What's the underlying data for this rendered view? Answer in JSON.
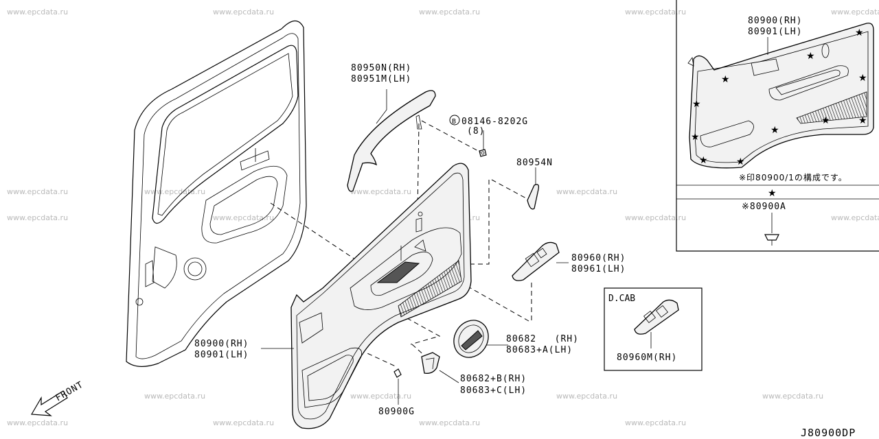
{
  "watermark": "www.epcdata.ru",
  "labels": {
    "trim_handle": [
      "80950N(RH)",
      "80951M(LH)"
    ],
    "bolt": [
      "08146-8202G",
      "(8)"
    ],
    "bolt_symbol": "B",
    "cap": "80954N",
    "switch_finisher": [
      "80960(RH)",
      "80961(LH)"
    ],
    "trim_main": [
      "80900(RH)",
      "80901(LH)"
    ],
    "escutcheon": [
      "80682   (RH)",
      "80683+A(LH)"
    ],
    "pocket": [
      "80682+B(RH)",
      "80683+C(LH)"
    ],
    "clip": "80900G",
    "front": "FRONT",
    "code": "J80900DP"
  },
  "inset_trim": {
    "labels": [
      "80900(RH)",
      "80901(LH)"
    ],
    "note": "※印80900/1の構成です。",
    "clip_label": "※80900A"
  },
  "inset_dcab": {
    "title": "D.CAB",
    "label": "80960M(RH)"
  }
}
